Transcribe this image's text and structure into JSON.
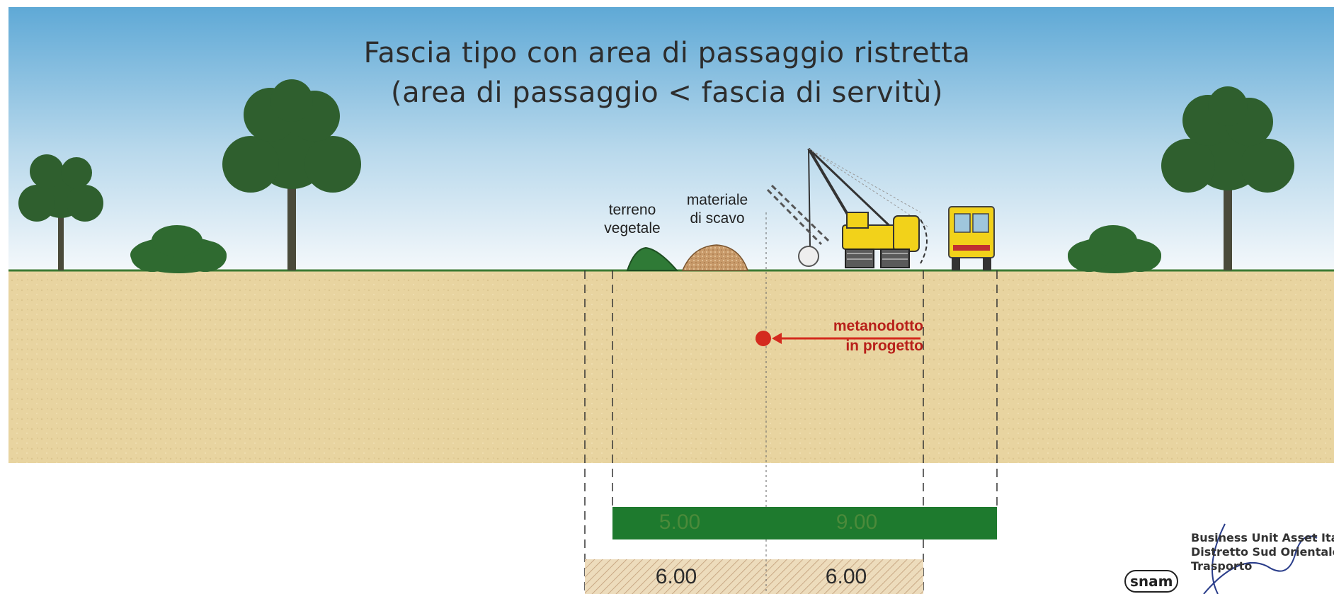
{
  "title": {
    "line1": "Fascia tipo con area di passaggio ristretta",
    "line2": "(area di passaggio < fascia di servitù)"
  },
  "labels": {
    "topsoil_line1": "terreno",
    "topsoil_line2": "vegetale",
    "spoil_line1": "materiale",
    "spoil_line2": "di scavo",
    "pipeline_line1": "metanodotto",
    "pipeline_line2": "in progetto"
  },
  "dimensions": {
    "work_area_left": "5.00",
    "work_area_right": "9.00",
    "easement_left": "6.00",
    "easement_right": "6.00"
  },
  "logo": {
    "line1": "Business Unit Asset Italia",
    "line2": "Distretto Sud Orientale",
    "line3": "Trasporto",
    "brand": "snam"
  },
  "colors": {
    "sky_top": "#5fa9d6",
    "sky_bottom": "#f4f8fb",
    "soil": "#e8d4a0",
    "ground_line": "#3d7a34",
    "tree": "#2f5f2e",
    "work_area_bar": "#1e7a2e",
    "easement_bar": "#e6d2ac",
    "machine_yellow": "#f2d21a",
    "pipeline_red": "#d42a1e"
  },
  "icons": [
    "tree-icon",
    "bush-icon",
    "topsoil-mound-icon",
    "spoil-mound-icon",
    "pipelayer-crane-icon",
    "truck-icon",
    "pipe-section-icon"
  ]
}
